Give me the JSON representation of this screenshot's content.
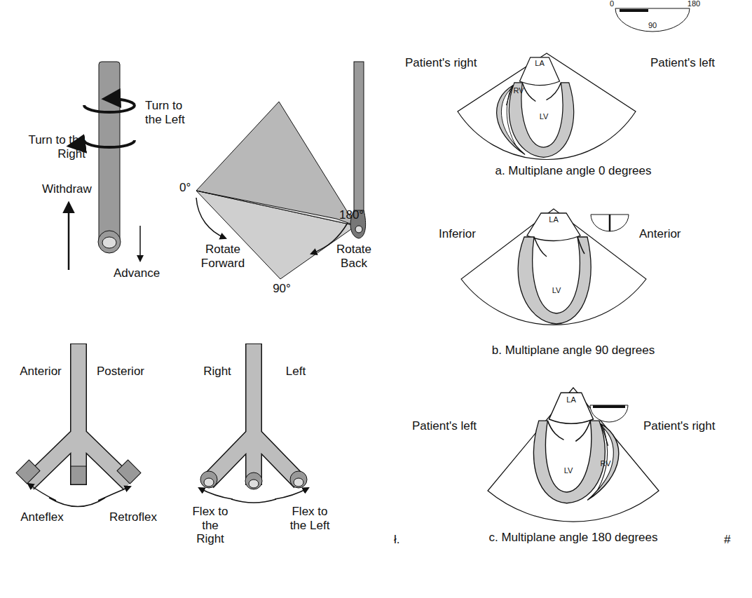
{
  "diagram": {
    "labels": [
      "Turn to the Left",
      "Turn to the Right",
      "Withdraw",
      "Advance",
      "0°",
      "180°",
      "Rotate Forward",
      "Rotate Back",
      "90°",
      "Anterior",
      "Posterior",
      "Anteflex",
      "Retroflex",
      "Right",
      "Left",
      "Flex to the Right",
      "Flex to the Left",
      "Patient's right",
      "Patient's left",
      "LA",
      "RV",
      "LV",
      "0",
      "180",
      "90",
      "a. Multiplane angle 0 degrees",
      "Inferior",
      "Anterior",
      "LA",
      "LV",
      "b. Multiplane angle 90 degrees",
      "Patient's left",
      "Patient's right",
      "LA",
      "LV",
      "RV",
      "c. Multiplane angle 180 degrees",
      "ł.",
      "#"
    ]
  }
}
